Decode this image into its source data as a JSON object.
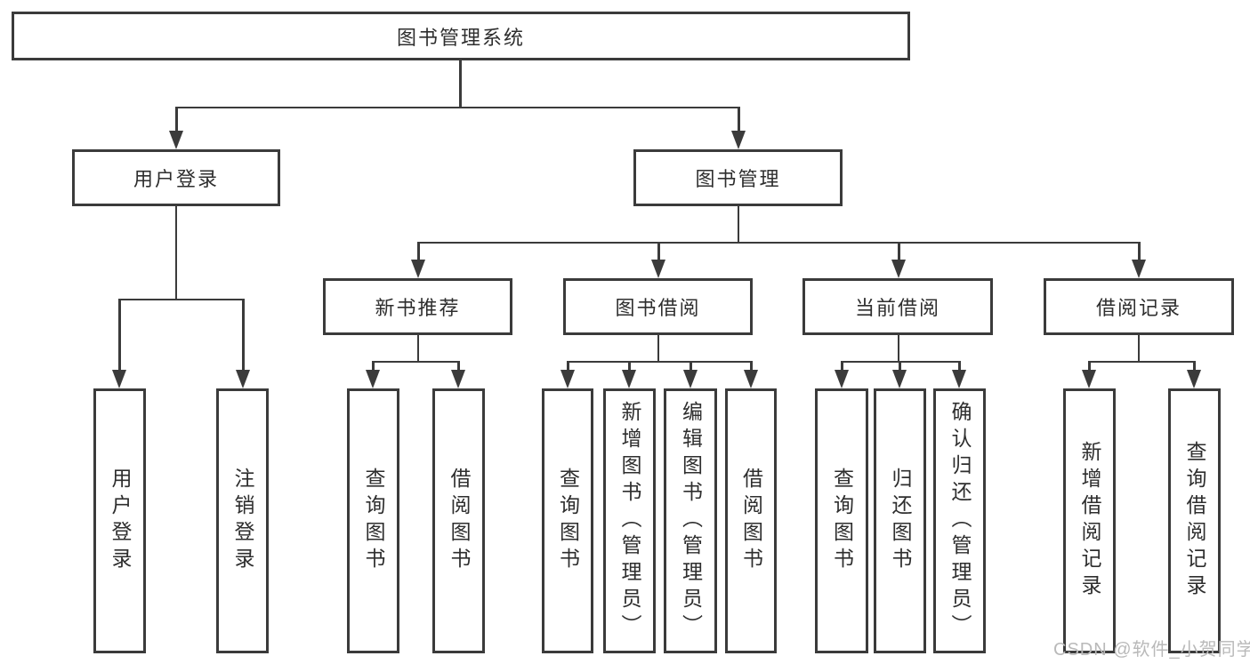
{
  "diagram": {
    "root": {
      "label": "图书管理系统"
    },
    "branches": [
      {
        "label": "用户登录",
        "children": [
          "用户登录",
          "注销登录"
        ]
      },
      {
        "label": "图书管理",
        "children": [
          {
            "label": "新书推荐",
            "children": [
              "查询图书",
              "借阅图书"
            ]
          },
          {
            "label": "图书借阅",
            "children": [
              "查询图书",
              "新增图书（管理员）",
              "编辑图书（管理员）",
              "借阅图书"
            ]
          },
          {
            "label": "当前借阅",
            "children": [
              "查询图书",
              "归还图书",
              "确认归还（管理员）"
            ]
          },
          {
            "label": "借阅记录",
            "children": [
              "新增借阅记录",
              "查询借阅记录"
            ]
          }
        ]
      }
    ]
  },
  "watermark": "CSDN @软件_小贺同学",
  "colors": {
    "line": "#3b3b3b",
    "text": "#2e2e2e",
    "watermark": "#b9b9b9",
    "background": "#ffffff"
  }
}
